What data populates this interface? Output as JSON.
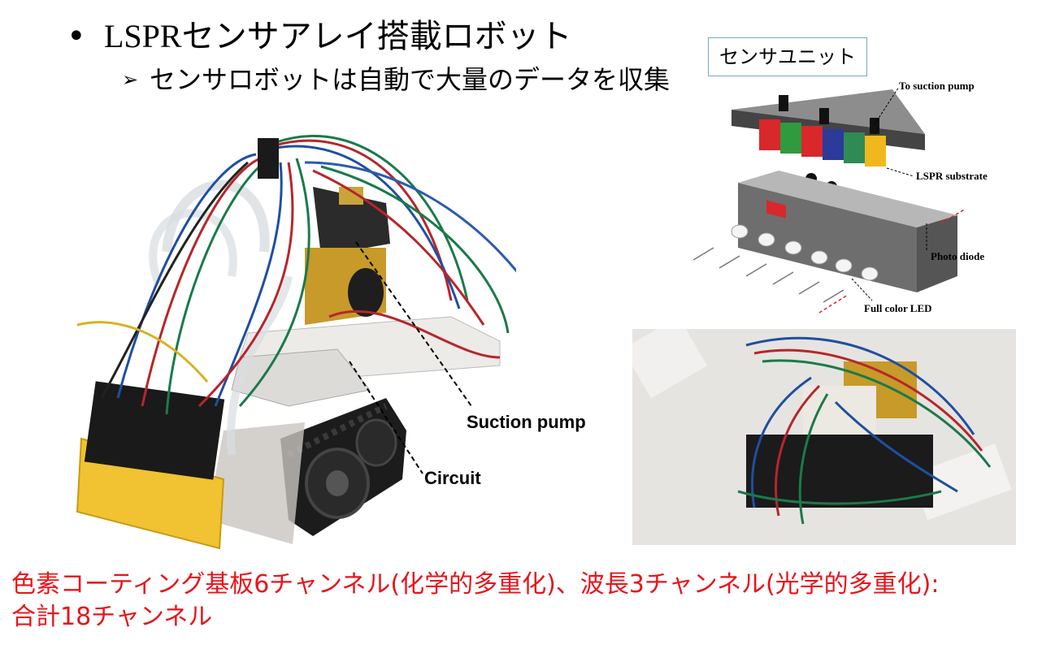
{
  "slide": {
    "bullet1": {
      "marker": "•",
      "lspr": "LSPR",
      "rest": "センサアレイ搭載ロボット"
    },
    "bullet2": {
      "marker": "➢",
      "text": "センサロボットは自動で大量のデータを収集"
    },
    "sensor_unit_label": "センサユニット",
    "diagram_labels": {
      "suction": "To suction pump",
      "substrate": "LSPR substrate",
      "photodiode": "Photo diode",
      "led": "Full color LED"
    },
    "photo_labels": {
      "pump": "Suction pump",
      "circuit": "Circuit"
    },
    "footer": {
      "line1": "色素コーティング基板6チャンネル(化学的多重化)、波長3チャンネル(光学的多重化):",
      "line2": "合計18チャンネル"
    }
  },
  "colors": {
    "footer": "#e8141b",
    "strip": [
      "#d8282c",
      "#2f9a3e",
      "#d8282c",
      "#2c3a9a",
      "#2f8a55",
      "#f0b81c"
    ]
  }
}
